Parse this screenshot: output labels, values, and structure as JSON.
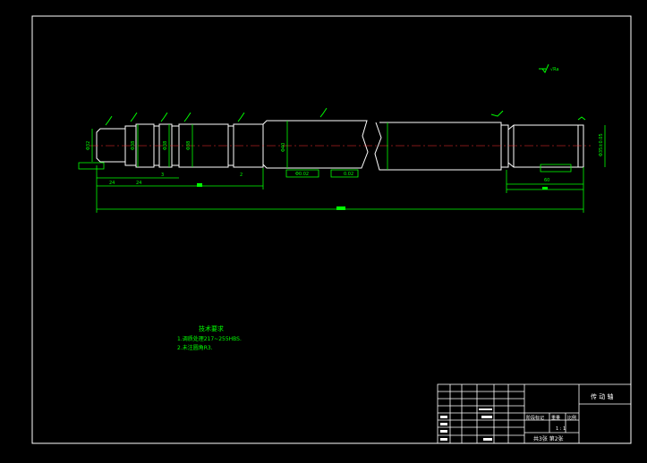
{
  "colors": {
    "background": "#000000",
    "frame": "#ffffff",
    "geometry": "#ffffff",
    "dims": "#00ff00",
    "center": "#ff3333"
  },
  "roughness_global": "√Ra",
  "tech_req": {
    "title": "技术要求",
    "items": [
      "1.调质处理217~255HBS.",
      "2.未注圆角R3."
    ]
  },
  "title_block": {
    "part_name": "传 动 轴",
    "stage_label": "阶段标记",
    "weight_label": "重量",
    "scale_label": "比例",
    "scale_value": "1 : 1",
    "sheets_label": "共3张  第2张"
  },
  "dims": {
    "left_dia_1": "Φ32",
    "left_dia_2": "Φ38",
    "mid_dia_1": "Φ38",
    "mid_dia_2": "Φ38",
    "right_dia": "Φ40",
    "tol_1": "Φ0.02",
    "tol_2": "0.02",
    "end_dia": "Φ35±0.05",
    "len_24a": "24",
    "len_24b": "24",
    "len_3": "3",
    "len_2": "2",
    "len_60": "60"
  }
}
